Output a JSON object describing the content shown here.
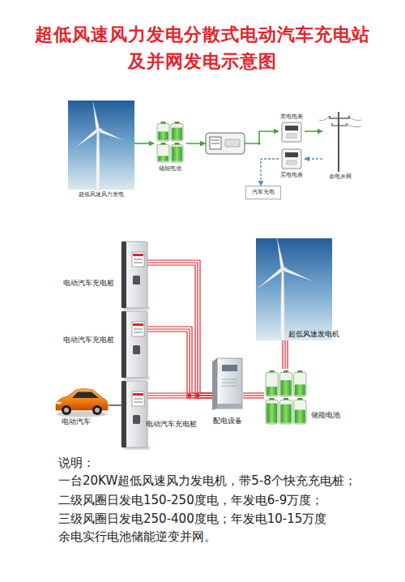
{
  "diagram": {
    "title": "超低风速风力发电分散式电动汽车充电站 及并网发电示意图",
    "nodes": [
      {
        "text": [
          "超低风速风力发电"
        ]
      },
      {
        "text": [
          "储能电池"
        ]
      },
      {
        "text": [
          "卖电电表"
        ]
      },
      {
        "text": [
          "买电电表"
        ]
      },
      {
        "text": [
          "余电并网"
        ]
      },
      {
        "text": [
          "汽车充电"
        ]
      },
      {
        "text": [
          "电动汽车充电桩"
        ]
      },
      {
        "text": [
          "电动汽车充电桩"
        ]
      },
      {
        "text": [
          "电动汽车"
        ]
      },
      {
        "text": [
          "电动汽车充电桩"
        ]
      },
      {
        "text": [
          "配电设备"
        ]
      },
      {
        "text": [
          "超低风速发电机"
        ]
      },
      {
        "text": [
          "储能电池"
        ]
      }
    ],
    "edges": [
      {
        "from": 0,
        "to": 1,
        "arrow": "to"
      },
      {
        "from": 1,
        "to": 2,
        "arrow": "to"
      },
      {
        "from": 2,
        "to": 4,
        "arrow": "to"
      },
      {
        "from": 4,
        "to": 3,
        "arrow": "to"
      },
      {
        "from": 3,
        "to": 5,
        "arrow": "to"
      },
      {
        "from": 6,
        "to": 10,
        "arrow": "none"
      },
      {
        "from": 7,
        "to": 10,
        "arrow": "none"
      },
      {
        "from": 9,
        "to": 10,
        "arrow": "none"
      },
      {
        "from": 8,
        "to": 9,
        "arrow": "none"
      },
      {
        "from": 11,
        "to": 12,
        "arrow": "none"
      },
      {
        "from": 12,
        "to": 10,
        "arrow": "none"
      }
    ],
    "labels": [
      "说明：",
      "一台20KW超低风速风力发电机，带5-8个快充充电桩；",
      "二级风圈日发电150-250度电，年发电6-9万度；",
      "三级风圈日发电250-400度电；年发电10-15万度",
      "余电实行电池储能逆变并网。"
    ]
  }
}
